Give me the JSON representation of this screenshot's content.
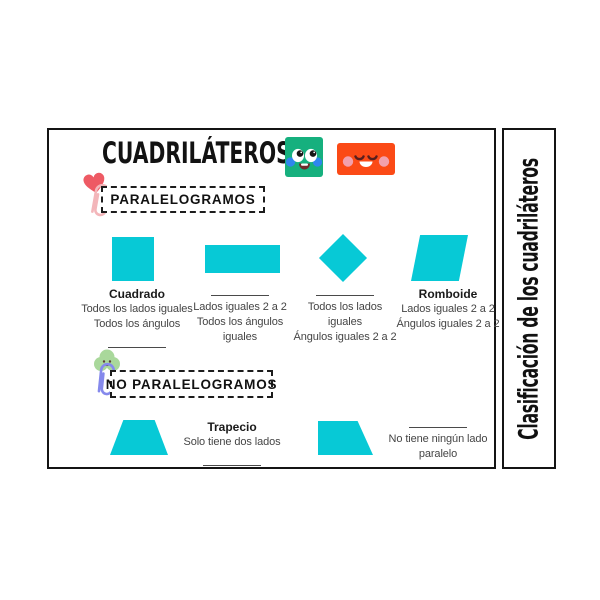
{
  "title": "CUADRILÁTEROS",
  "side_tab_label": "Clasificación de los cuadriláteros",
  "parallelograms": {
    "section_label": "PARALELOGRAMOS",
    "cards": [
      {
        "name": "Cuadrado",
        "lines": [
          "Todos los lados iguales",
          "Todos los ángulos"
        ]
      },
      {
        "name": "",
        "lines": [
          "Lados iguales 2 a 2",
          "Todos los ángulos",
          "iguales"
        ]
      },
      {
        "name": "",
        "lines": [
          "Todos los lados",
          "iguales",
          "Ángulos iguales 2 a 2"
        ]
      },
      {
        "name": "Romboide",
        "lines": [
          "Lados iguales 2 a 2",
          "Ángulos iguales 2 a 2"
        ]
      }
    ]
  },
  "no_parallelograms": {
    "section_label": "NO PARALELOGRAMOS",
    "cards": [
      {
        "name": "Trapecio",
        "lines": [
          "Solo tiene dos lados"
        ]
      },
      {
        "name": "",
        "lines": [
          "No tiene ningún lado",
          "paralelo"
        ]
      }
    ]
  },
  "icons": {
    "mascots": [
      "green-square-face",
      "orange-rectangle-face"
    ],
    "decorations": [
      "heart",
      "pink-paperclip",
      "green-cloud-face",
      "blue-paperclip"
    ]
  },
  "colors": {
    "shape_cyan": "#07c9d6",
    "mascot_green": "#16b07e",
    "mascot_orange": "#fb4a16",
    "cheek_blue": "#2e86ee",
    "cheek_pink": "#f2a0ad",
    "heart_red": "#ee5a64",
    "clip_pink": "#f3b6ba",
    "clip_blue": "#8589ec",
    "cloud_green": "#a9d89b",
    "border_black": "#141414"
  }
}
